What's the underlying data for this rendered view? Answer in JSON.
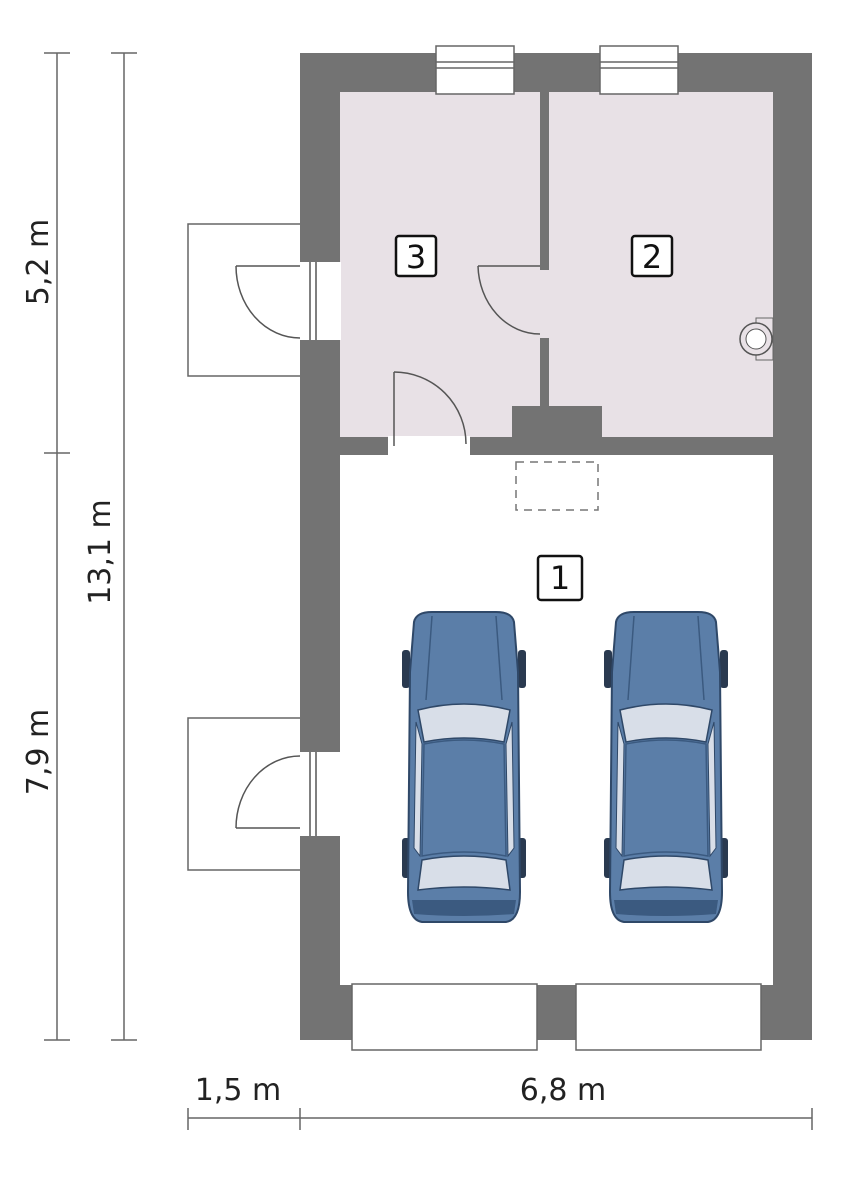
{
  "dimensions": {
    "upper_section": "5,2 m",
    "lower_section": "7,9 m",
    "total_length": "13,1 m",
    "entry_depth": "1,5 m",
    "total_width": "6,8 m"
  },
  "rooms": [
    {
      "number": "1",
      "type": "garage"
    },
    {
      "number": "2",
      "type": "room-with-sink"
    },
    {
      "number": "3",
      "type": "room"
    }
  ],
  "colors": {
    "wall": "#737373",
    "room_fill": "#e8e1e6",
    "car_body": "#5b7ea8",
    "car_dark": "#3b5a80",
    "car_glass": "#d8dee8",
    "line": "#555555"
  }
}
